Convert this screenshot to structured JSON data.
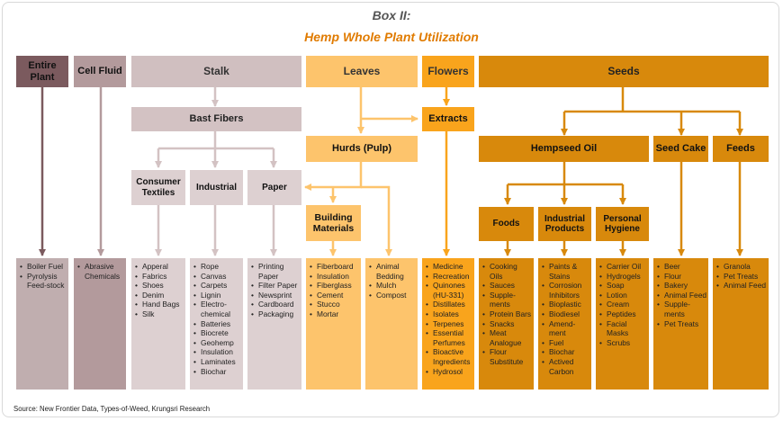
{
  "title": "Box II:",
  "subtitle": "Hemp Whole Plant Utilization",
  "source": "Source: New Frontier Data, Types-of-Weed, Krungsri Research",
  "colors": {
    "dark_mauve": "#7b5a5e",
    "mauve": "#b39a9c",
    "light_mauve": "#d0bfc0",
    "pale_mauve": "#ddd0d1",
    "light_orange": "#fdc46c",
    "orange": "#f9a41c",
    "dark_orange": "#d8890c"
  },
  "nodes": {
    "entire_plant": "Entire Plant",
    "cell_fluid": "Cell Fluid",
    "stalk": "Stalk",
    "leaves": "Leaves",
    "flowers": "Flowers",
    "seeds": "Seeds",
    "bast_fibers": "Bast Fibers",
    "extracts": "Extracts",
    "hurds": "Hurds (Pulp)",
    "hempseed_oil": "Hempseed Oil",
    "seed_cake": "Seed Cake",
    "feeds": "Feeds",
    "consumer_textiles": "Consumer Textiles",
    "industrial": "Industrial",
    "paper": "Paper",
    "building_materials": "Building Materials",
    "foods": "Foods",
    "industrial_products": "Industrial Products",
    "personal_hygiene": "Personal Hygiene"
  },
  "lists": {
    "entire_plant": [
      "Boiler Fuel",
      "Pyrolysis Feed-stock"
    ],
    "cell_fluid": [
      "Abrasive Chemicals"
    ],
    "consumer_textiles": [
      "Apperal",
      "Fabrics",
      "Shoes",
      "Denim",
      "Hand Bags",
      "Silk"
    ],
    "industrial": [
      "Rope",
      "Canvas",
      "Carpets",
      "Lignin",
      "Electro-chemical",
      "Batteries",
      "Biocrete",
      "Geohemp",
      "Insulation",
      "Laminates",
      "Biochar"
    ],
    "paper": [
      "Printing Paper",
      "Filter Paper",
      "Newsprint",
      "Cardboard",
      "Packaging"
    ],
    "building_materials": [
      "Fiberboard",
      "Insulation",
      "Fiberglass",
      "Cement",
      "Stucco",
      "Mortar"
    ],
    "hurds": [
      "Animal Bedding",
      "Mulch",
      "Compost"
    ],
    "extracts": [
      "Medicine",
      "Recreation",
      "Quinones (HU-331)",
      "Distillates",
      "Isolates",
      "Terpenes",
      "Essential Perfumes",
      "Bioactive Ingredients",
      "Hydrosol"
    ],
    "foods": [
      "Cooking Oils",
      "Sauces",
      "Supple-ments",
      "Protein Bars",
      "Snacks",
      "Meat Analogue",
      "Flour Substitute"
    ],
    "industrial_products": [
      "Paints & Stains",
      "Corrosion Inhibitors",
      "Bioplastic",
      "Biodiesel",
      "Amend-ment",
      "Fuel",
      "Biochar",
      "Actived Carbon"
    ],
    "personal_hygiene": [
      "Carrier Oil",
      "Hydrogels",
      "Soap",
      "Lotion",
      "Cream",
      "Peptides",
      "Facial Masks",
      "Scrubs"
    ],
    "seed_cake": [
      "Beer",
      "Flour",
      "Bakery",
      "Animal Feed",
      "Supple-ments",
      "Pet Treats"
    ],
    "feeds": [
      "Granola",
      "Pet Treats",
      "Animal Feed"
    ]
  }
}
